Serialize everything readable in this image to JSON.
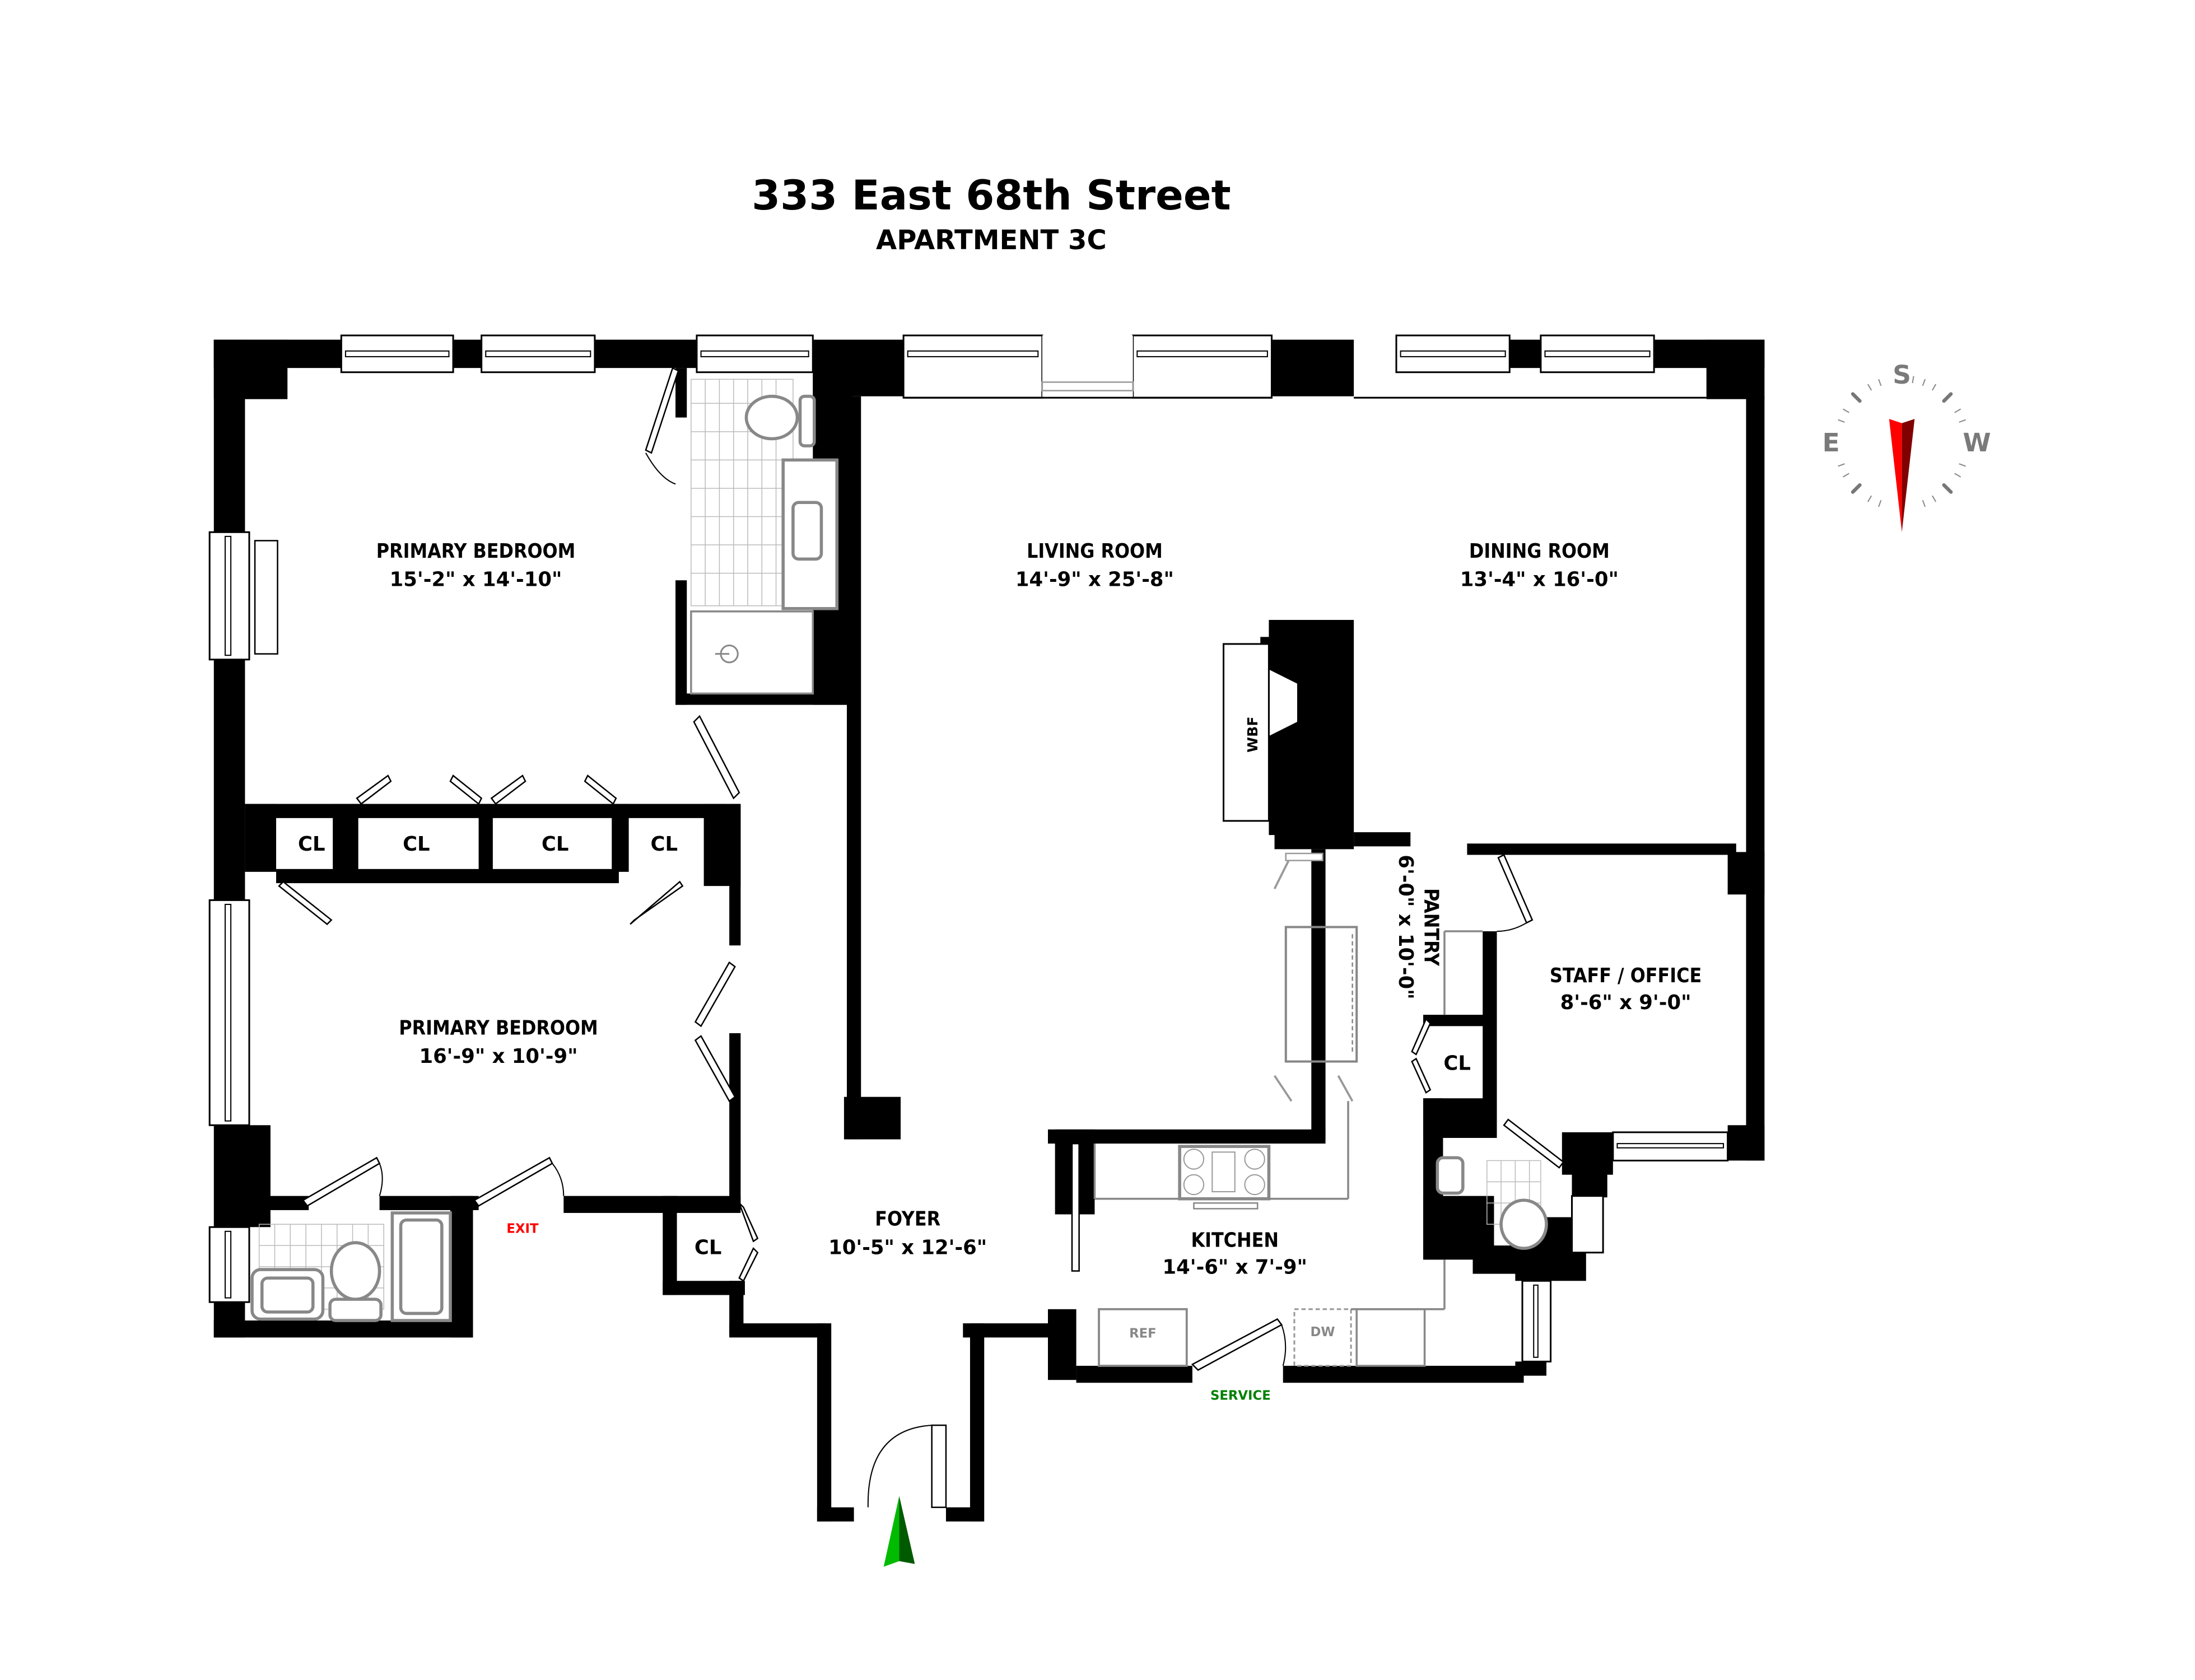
{
  "header": {
    "address": "333 East 68th Street",
    "unit": "APARTMENT 3C"
  },
  "rooms": {
    "primary_bedroom_1": {
      "name": "PRIMARY BEDROOM",
      "dimensions": "15'-2\" x 14'-10\""
    },
    "primary_bedroom_2": {
      "name": "PRIMARY BEDROOM",
      "dimensions": "16'-9\" x 10'-9\""
    },
    "living_room": {
      "name": "LIVING ROOM",
      "dimensions": "14'-9\" x 25'-8\""
    },
    "dining_room": {
      "name": "DINING ROOM",
      "dimensions": "13'-4\" x 16'-0\""
    },
    "pantry": {
      "name": "PANTRY",
      "dimensions": "6'-0\" x 10'-0\""
    },
    "staff_office": {
      "name": "STAFF / OFFICE",
      "dimensions": "8'-6\" x 9'-0\""
    },
    "foyer": {
      "name": "FOYER",
      "dimensions": "10'-5\" x 12'-6\""
    },
    "kitchen": {
      "name": "KITCHEN",
      "dimensions": "14'-6\" x 7'-9\""
    }
  },
  "closets": [
    "CL",
    "CL",
    "CL",
    "CL",
    "CL",
    "CL"
  ],
  "labels": {
    "fireplace": "WBF",
    "refrigerator": "REF",
    "dishwasher": "DW",
    "exit": "EXIT",
    "service": "SERVICE"
  },
  "compass": {
    "top": "S",
    "left": "E",
    "right": "W",
    "needle_color": "#ff0000",
    "needle_shade": "#800000"
  },
  "colors": {
    "exit": "#ff0000",
    "service": "#008000",
    "entry_arrow": "#00bb00",
    "entry_arrow_shade": "#005a00",
    "fixture_gray": "#888888"
  }
}
